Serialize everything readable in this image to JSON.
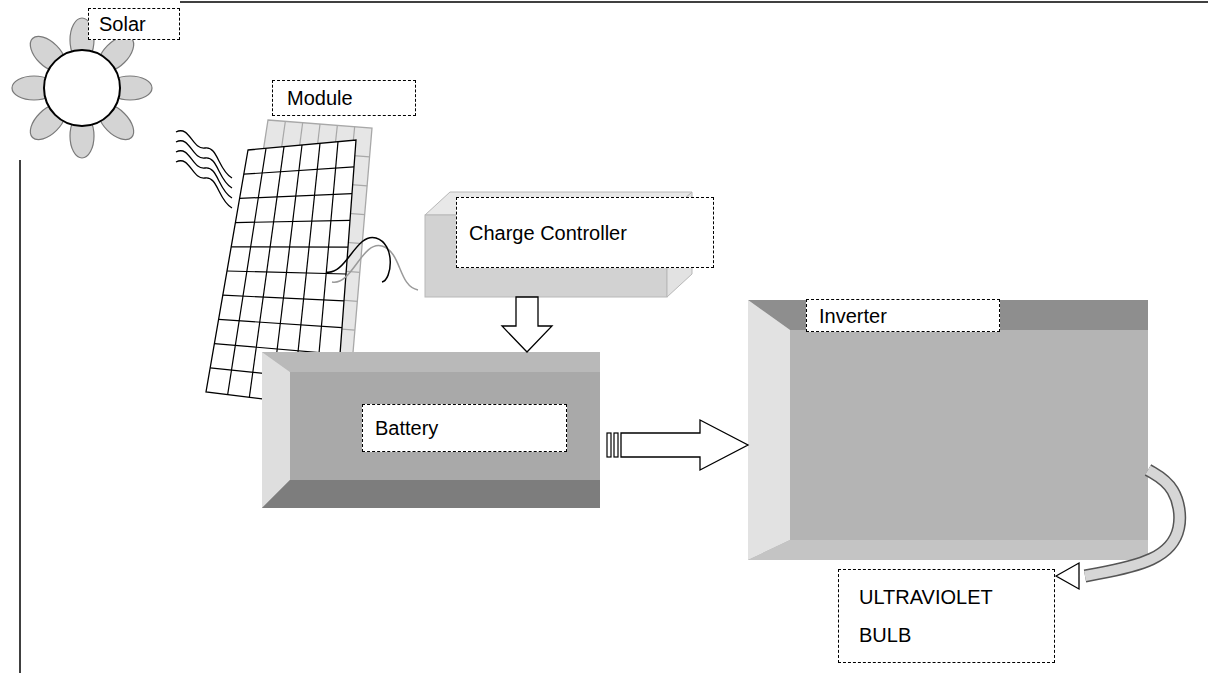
{
  "diagram": {
    "nodes": [
      {
        "text": [
          "Solar"
        ]
      },
      {
        "text": [
          "Module"
        ]
      },
      {
        "text": [
          "Charge Controller"
        ]
      },
      {
        "text": [
          "Battery"
        ]
      },
      {
        "text": [
          "Inverter"
        ]
      },
      {
        "text": [
          "ULTRAVIOLET BULB"
        ]
      }
    ],
    "edges": [
      {
        "from": 2,
        "to": 3,
        "arrow": "to"
      },
      {
        "from": 3,
        "to": 4,
        "arrow": "to"
      },
      {
        "from": 4,
        "to": 5,
        "arrow": "to"
      }
    ]
  }
}
